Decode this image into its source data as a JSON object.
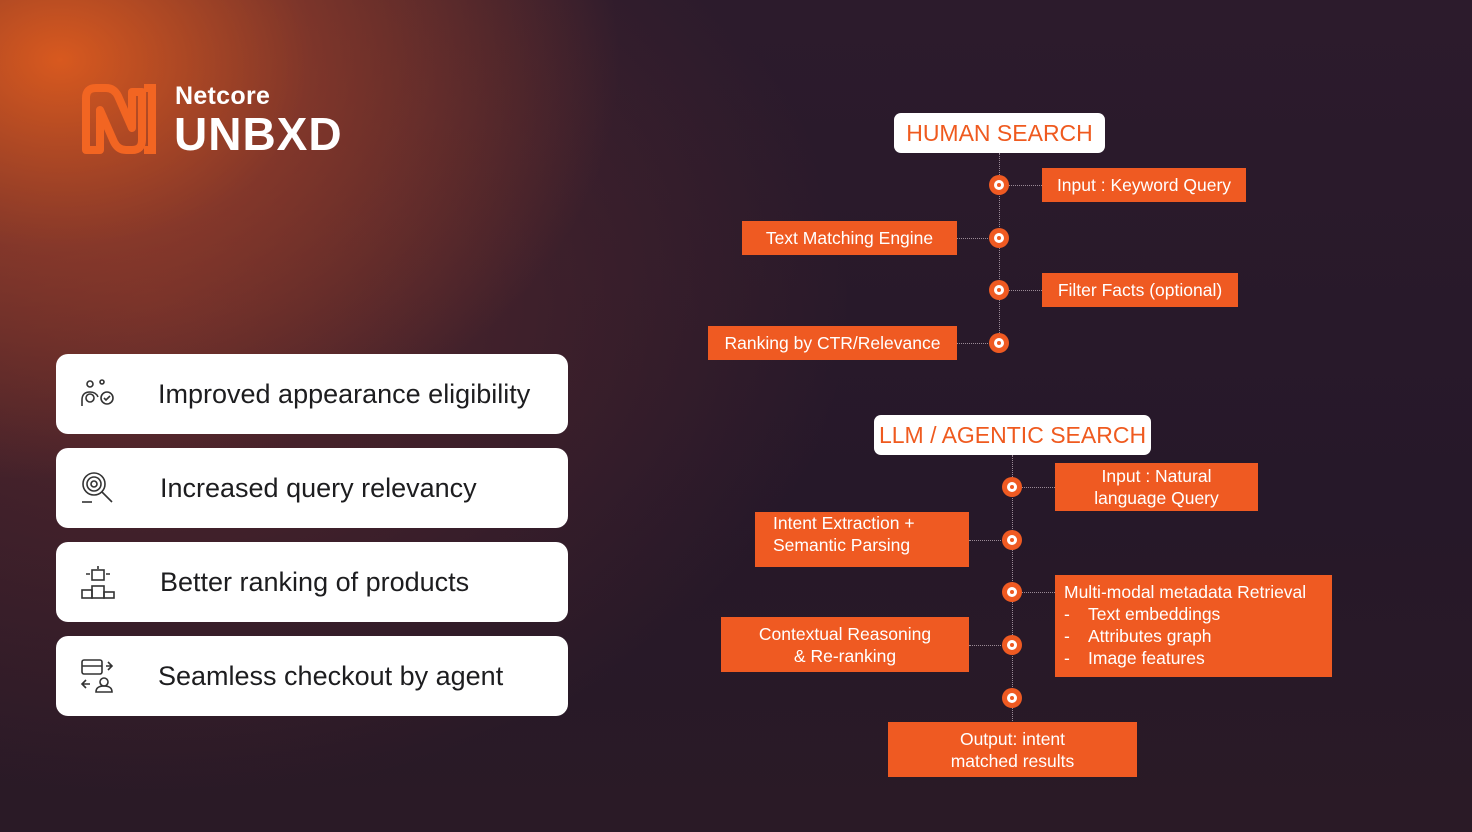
{
  "logo": {
    "brand": "Netcore",
    "product": "UNBXD",
    "accent": "#f26522"
  },
  "benefits": [
    {
      "icon": "users-check-icon",
      "label": "Improved appearance eligibility"
    },
    {
      "icon": "target-search-icon",
      "label": "Increased query relevancy"
    },
    {
      "icon": "podium-ranking-icon",
      "label": "Better ranking of products"
    },
    {
      "icon": "checkout-agent-icon",
      "label": "Seamless checkout by agent"
    }
  ],
  "human_search": {
    "title": "HUMAN SEARCH",
    "steps": [
      "Input : Keyword Query",
      "Text Matching Engine",
      "Filter Facts (optional)",
      "Ranking by CTR/Relevance"
    ]
  },
  "llm_search": {
    "title": "LLM / AGENTIC SEARCH",
    "input": [
      "Input : Natural",
      "language Query"
    ],
    "intent": [
      "Intent Extraction +",
      "Semantic Parsing"
    ],
    "retrieval": {
      "title": "Multi-modal metadata Retrieval",
      "dash": "-",
      "items": [
        "Text embeddings",
        "Attributes graph",
        "Image features"
      ]
    },
    "reasoning": [
      "Contextual Reasoning",
      "& Re-ranking"
    ],
    "output": [
      "Output: intent",
      "matched results"
    ]
  },
  "colors": {
    "orange": "#ef5a22",
    "header_text": "#ef5a1f",
    "card_bg": "#ffffff"
  }
}
